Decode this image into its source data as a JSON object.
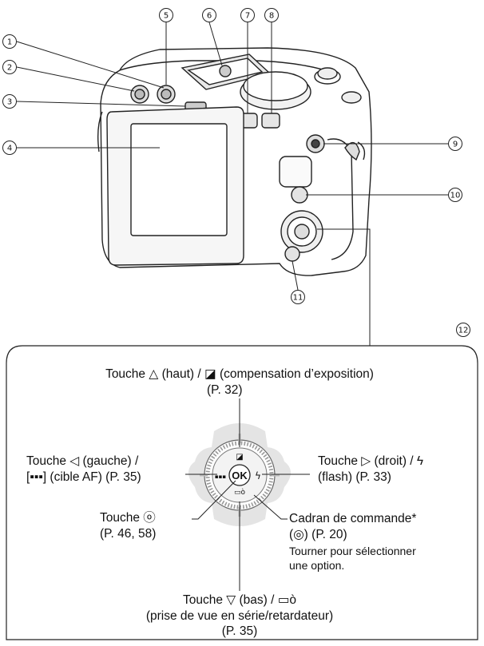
{
  "callouts": [
    "1",
    "2",
    "3",
    "4",
    "5",
    "6",
    "7",
    "8",
    "9",
    "10",
    "11",
    "12"
  ],
  "top": {
    "line1": "Touche △ (haut) / ◪ (compensation d’exposition)",
    "line2": "(P. 32)"
  },
  "left": {
    "line1": "Touche ◁ (gauche) /",
    "line2": "[▪▪▪] (cible AF) (P. 35)"
  },
  "right": {
    "line1": "Touche ▷ (droit) / ϟ",
    "line2": "(flash) (P. 33)"
  },
  "ok": {
    "line1": "Touche ⓞ",
    "line2": "(P. 46, 58)"
  },
  "dial": {
    "line1": "Cadran de commande*",
    "line2": "(◎) (P. 20)",
    "line3": "Tourner pour sélectionner",
    "line4": "une option."
  },
  "bottom": {
    "line1": "Touche ▽ (bas) / ▭ò",
    "line2": "(prise de vue en série/retardateur)",
    "line3": "(P. 35)"
  },
  "dial_labels": {
    "ok": "OK",
    "exposure": "◪",
    "af": "▪▪▪",
    "flash": "ϟ",
    "drive": "▭ò"
  }
}
